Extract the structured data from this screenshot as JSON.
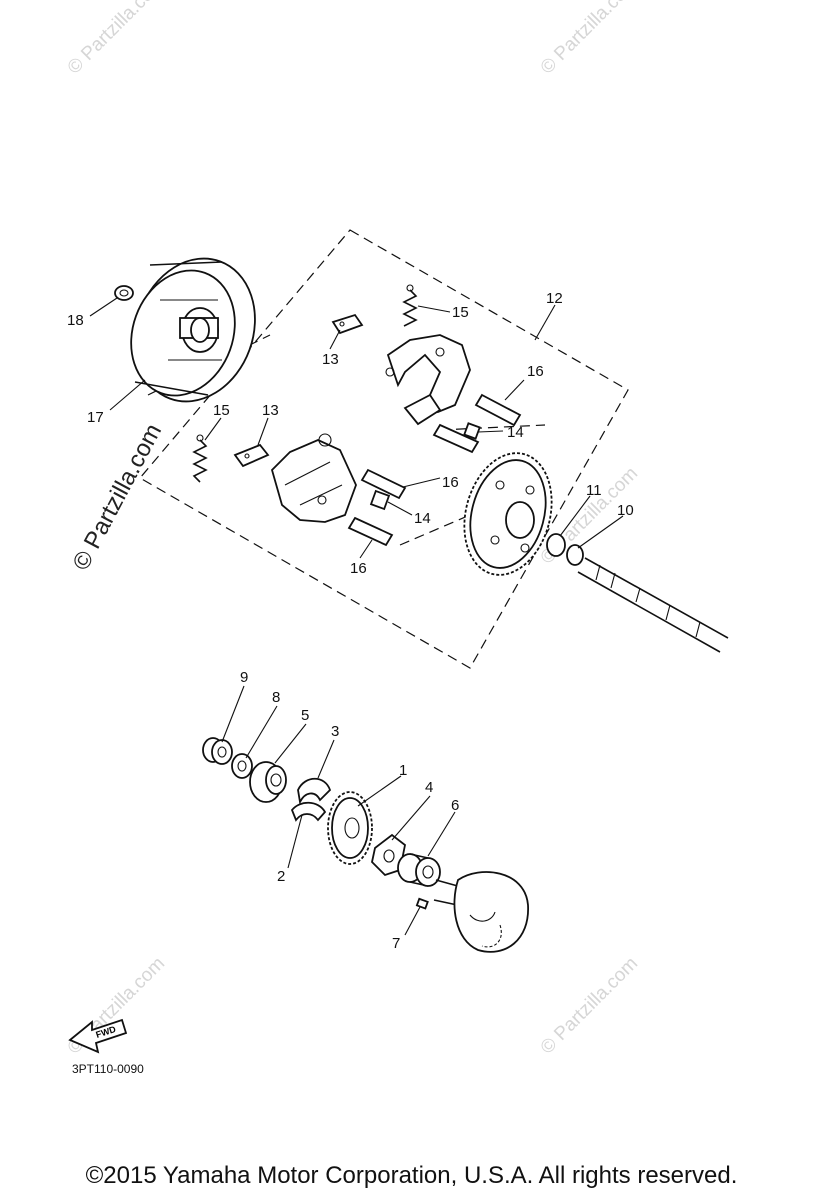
{
  "callouts": {
    "c1": "1",
    "c2": "2",
    "c3": "3",
    "c4": "4",
    "c5": "5",
    "c6": "6",
    "c7": "7",
    "c8": "8",
    "c9": "9",
    "c10": "10",
    "c11": "11",
    "c12": "12",
    "c13a": "13",
    "c13b": "13",
    "c14a": "14",
    "c14b": "14",
    "c15a": "15",
    "c15b": "15",
    "c16a": "16",
    "c16b": "16",
    "c16c": "16",
    "c17": "17",
    "c18": "18"
  },
  "watermark": {
    "main": "© Partzilla.com",
    "small": "© Partzilla.com"
  },
  "fwd_label": "FWD",
  "diagram_code": "3PT110-0090",
  "copyright": "©2015 Yamaha Motor Corporation, U.S.A. All rights reserved."
}
